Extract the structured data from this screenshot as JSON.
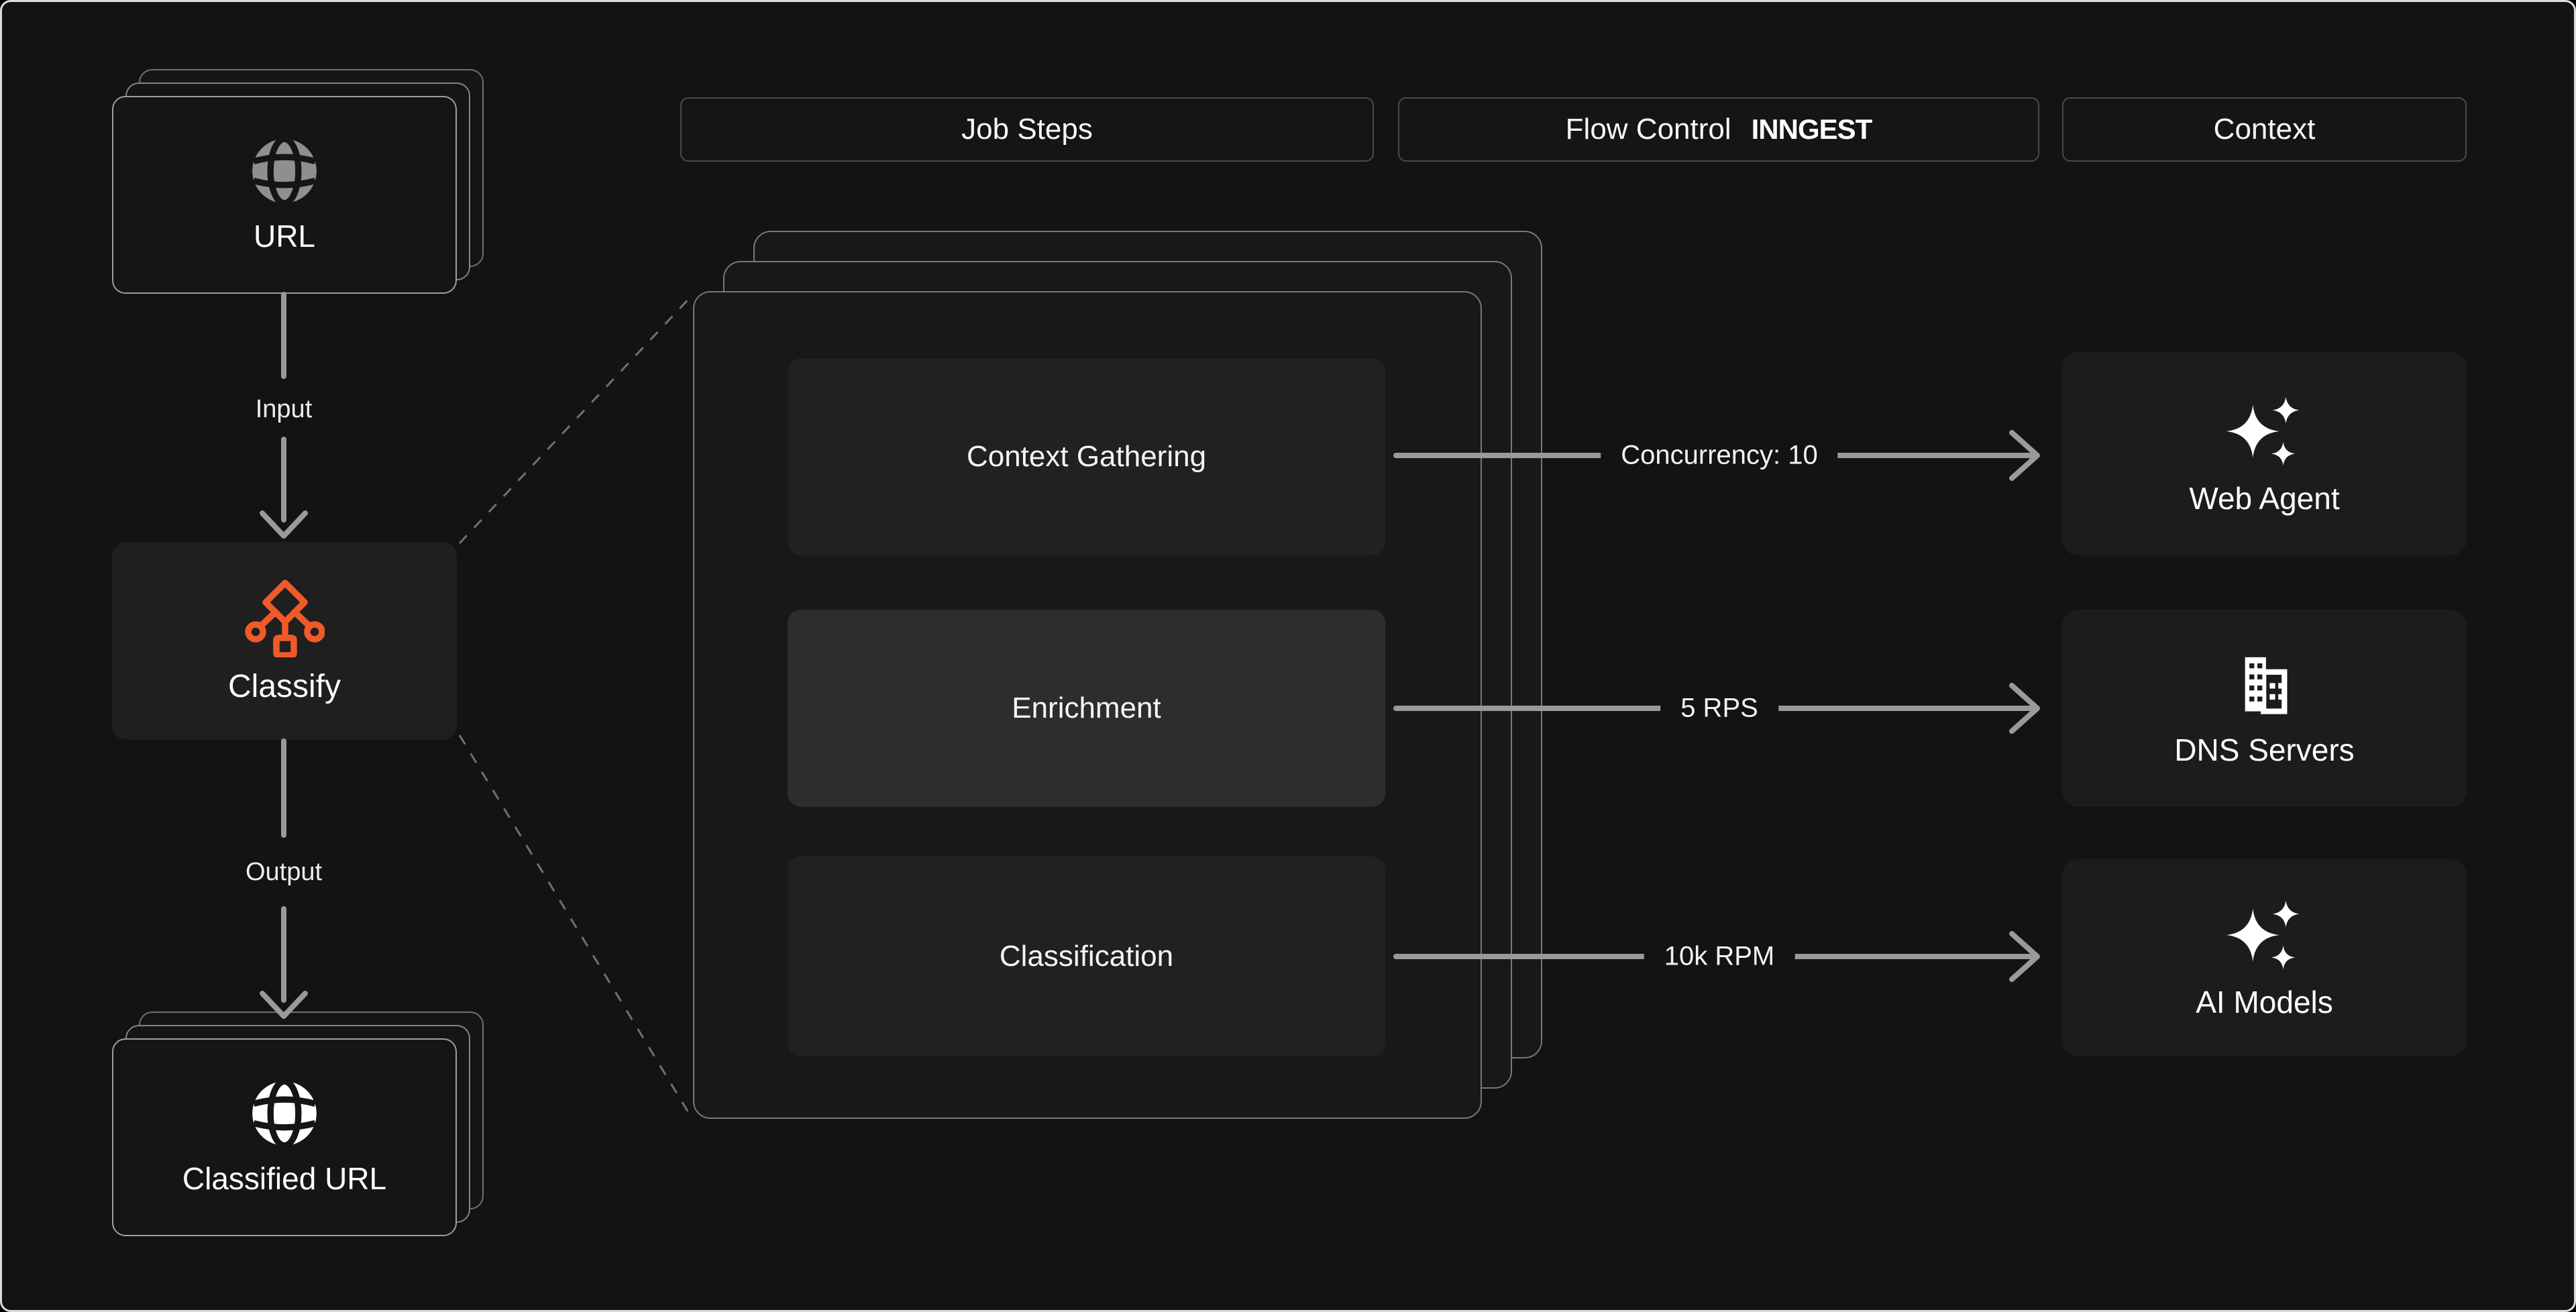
{
  "colors": {
    "background": "#131313",
    "accent_orange": "#F05A28",
    "arrow_gray": "#9A9A9A",
    "globe_gray": "#8F8F8F",
    "text": "#FFFFFF"
  },
  "headers": {
    "job_steps": {
      "label": "Job Steps"
    },
    "flow_control": {
      "label": "Flow Control",
      "logo": "INNGEST"
    },
    "context": {
      "label": "Context"
    }
  },
  "pipeline": {
    "url_card": {
      "label": "URL",
      "icon": "globe-icon"
    },
    "input_label": "Input",
    "classify_card": {
      "label": "Classify",
      "icon": "classify-workflow-icon"
    },
    "output_label": "Output",
    "classified_card": {
      "label": "Classified URL",
      "icon": "globe-icon"
    }
  },
  "job_steps": [
    {
      "label": "Context Gathering",
      "highlighted": false
    },
    {
      "label": "Enrichment",
      "highlighted": true
    },
    {
      "label": "Classification",
      "highlighted": false
    }
  ],
  "flow_controls": [
    "Concurrency: 10",
    "5 RPS",
    "10k RPM"
  ],
  "context_cards": [
    {
      "label": "Web Agent",
      "icon": "sparkles-icon"
    },
    {
      "label": "DNS Servers",
      "icon": "buildings-icon"
    },
    {
      "label": "AI Models",
      "icon": "sparkles-icon"
    }
  ]
}
